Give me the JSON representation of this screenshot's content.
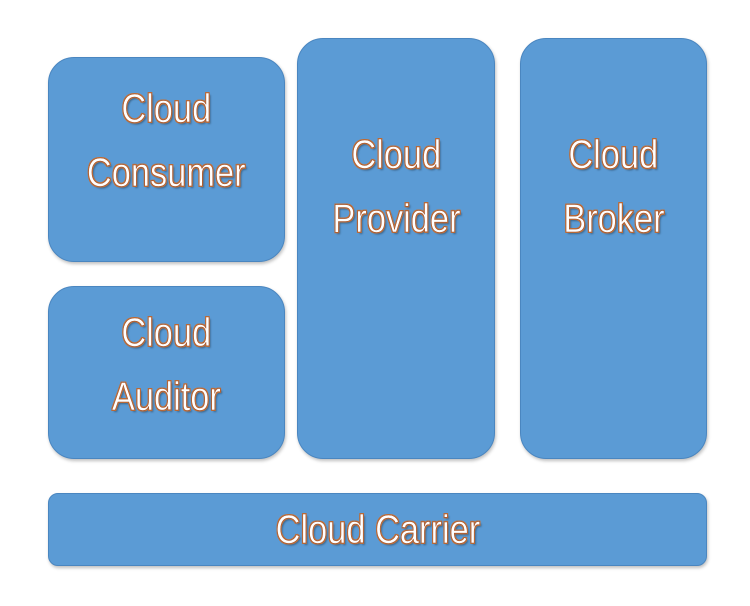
{
  "colors": {
    "box_fill": "#5b9bd5",
    "box_border": "#4a86c0",
    "text": "#ffffff",
    "text_outline": "#c0703a"
  },
  "boxes": {
    "consumer": [
      "Cloud",
      "Consumer"
    ],
    "auditor": [
      "Cloud",
      "Auditor"
    ],
    "provider": [
      "Cloud",
      "Provider"
    ],
    "broker": [
      "Cloud",
      "Broker"
    ],
    "carrier": [
      "Cloud Carrier"
    ]
  }
}
